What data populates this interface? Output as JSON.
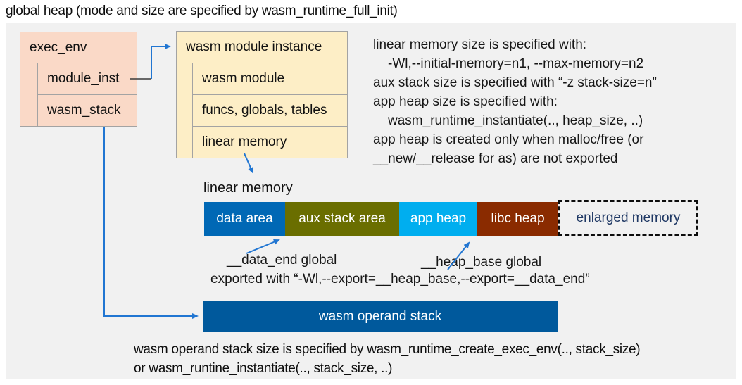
{
  "title": "global heap (mode and size are specified by wasm_runtime_full_init)",
  "exec_env": {
    "header": "exec_env",
    "rows": [
      "module_inst",
      "wasm_stack"
    ]
  },
  "module_instance": {
    "header": "wasm module instance",
    "rows": [
      "wasm module",
      "funcs, globals, tables",
      "linear memory"
    ]
  },
  "info": {
    "lines": [
      "linear memory size is specified with:",
      "-Wl,--initial-memory=n1, --max-memory=n2",
      "aux stack size is specified with “-z stack-size=n”",
      "app heap size is specified with:",
      "wasm_runtime_instantiate(.., heap_size, ..)",
      "app heap is created only when malloc/free (or",
      "__new/__release for as) are not exported"
    ]
  },
  "linear_memory": {
    "label": "linear memory",
    "segments": [
      {
        "label": "data area",
        "color": "#0068b5"
      },
      {
        "label": "aux stack area",
        "color": "#6a6e00"
      },
      {
        "label": "app heap",
        "color": "#00aeef"
      },
      {
        "label": "libc heap",
        "color": "#8a2b00"
      },
      {
        "label": "enlarged memory",
        "text_color": "#1f3864",
        "border": "dashed-black"
      }
    ],
    "data_end_label": "__data_end global",
    "heap_base_label": "__heap_base global",
    "exported_label": "exported with “-Wl,--export=__heap_base,--export=__data_end”"
  },
  "operand_stack": {
    "label": "wasm operand stack",
    "color": "#00599c",
    "note_lines": [
      "wasm operand stack size is specified by wasm_runtime_create_exec_env(.., stack_size)",
      "or wasm_runtine_instantiate(.., stack_size, ..)"
    ]
  },
  "colors": {
    "panel_bg": "#f1f1f1",
    "box_pink": "#fad9c7",
    "box_cream": "#fdeec6",
    "arrow_blue": "#2176d2",
    "border_gray": "#a3a3a3"
  }
}
